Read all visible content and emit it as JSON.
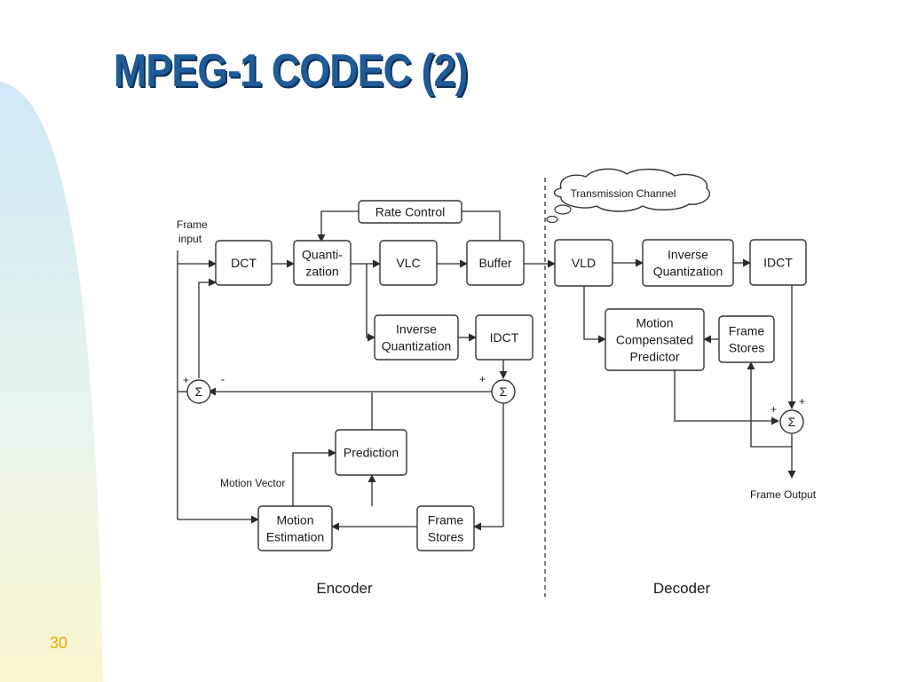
{
  "slide": {
    "title": "MPEG-1 CODEC (2)",
    "page_number": "30"
  },
  "diagram": {
    "encoder_label": "Encoder",
    "decoder_label": "Decoder",
    "frame_input_label": [
      "Frame",
      "input"
    ],
    "frame_output_label": "Frame Output",
    "motion_vector_label": "Motion Vector",
    "transmission_channel_label": "Transmission Channel",
    "sigma": "Σ",
    "plus": "+",
    "minus": "-",
    "blocks": {
      "rate_control": [
        "Rate Control"
      ],
      "dct": [
        "DCT"
      ],
      "quantization": [
        "Quanti-",
        "zation"
      ],
      "vlc": [
        "VLC"
      ],
      "buffer": [
        "Buffer"
      ],
      "enc_inverse_quantization": [
        "Inverse",
        "Quantization"
      ],
      "enc_idct": [
        "IDCT"
      ],
      "prediction": [
        "Prediction"
      ],
      "motion_estimation": [
        "Motion",
        "Estimation"
      ],
      "enc_frame_stores": [
        "Frame",
        "Stores"
      ],
      "vld": [
        "VLD"
      ],
      "dec_inverse_quantization": [
        "Inverse",
        "Quantization"
      ],
      "dec_idct": [
        "IDCT"
      ],
      "motion_compensated_predictor": [
        "Motion",
        "Compensated",
        "Predictor"
      ],
      "dec_frame_stores": [
        "Frame",
        "Stores"
      ]
    }
  }
}
